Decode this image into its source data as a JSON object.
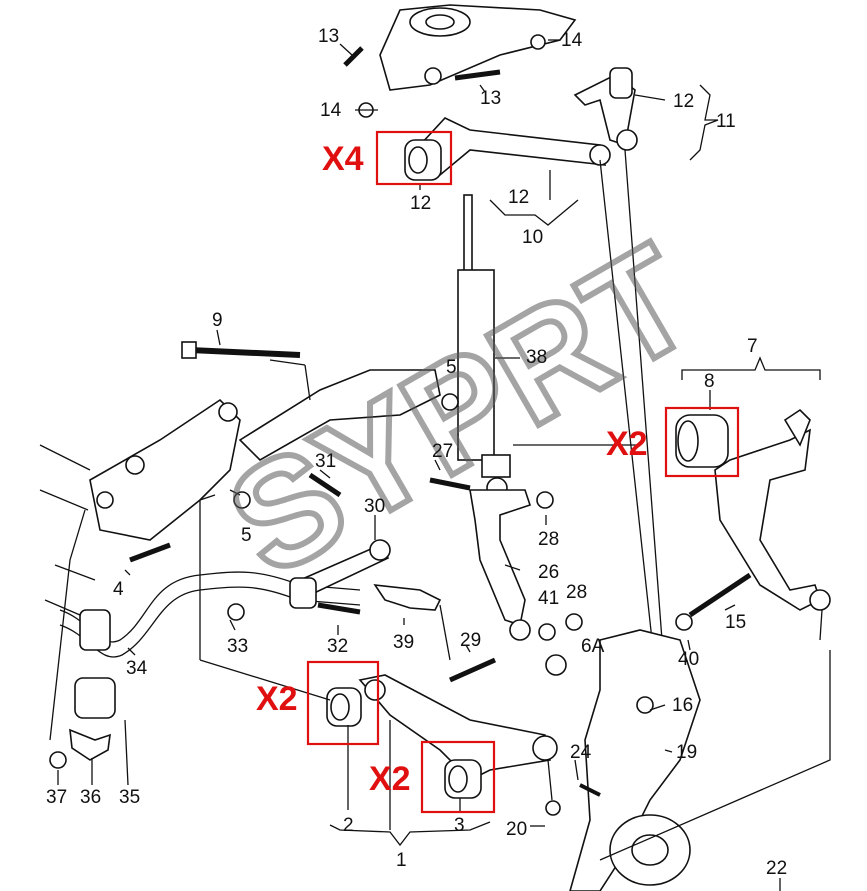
{
  "watermark": "SYPRT",
  "callouts": [
    {
      "id": "x4",
      "text": "X4"
    },
    {
      "id": "x2-top",
      "text": "X2"
    },
    {
      "id": "x2-left",
      "text": "X2"
    },
    {
      "id": "x2-bottom",
      "text": "X2"
    }
  ],
  "part_numbers": {
    "p1": "1",
    "p2": "2",
    "p3": "3",
    "p4": "4",
    "p5a": "5",
    "p5b": "5",
    "p6a": "6A",
    "p7": "7",
    "p8": "8",
    "p9": "9",
    "p10": "10",
    "p11": "11",
    "p12a": "12",
    "p12b": "12",
    "p12c": "12",
    "p13a": "13",
    "p13b": "13",
    "p14a": "14",
    "p14b": "14",
    "p15": "15",
    "p16": "16",
    "p19": "19",
    "p20": "20",
    "p22": "22",
    "p24": "24",
    "p26": "26",
    "p27": "27",
    "p28a": "28",
    "p28b": "28",
    "p29": "29",
    "p30": "30",
    "p31": "31",
    "p32": "32",
    "p33": "33",
    "p34": "34",
    "p35": "35",
    "p36": "36",
    "p37": "37",
    "p38": "38",
    "p39": "39",
    "p40": "40",
    "p41": "41"
  },
  "colors": {
    "highlight": "#e01010",
    "line": "#111111",
    "watermark": "#5a5a5a"
  }
}
